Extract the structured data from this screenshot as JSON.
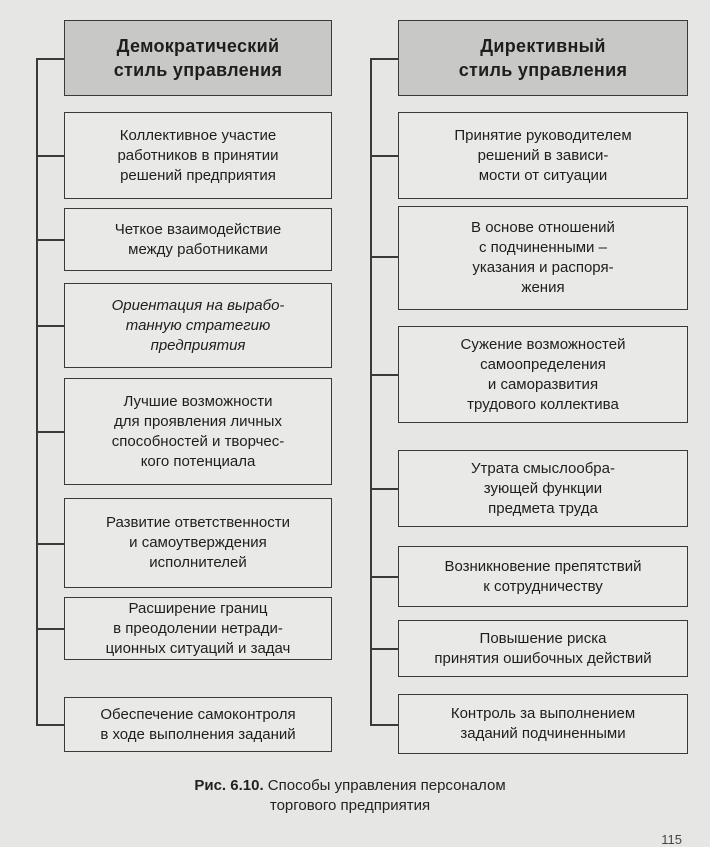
{
  "left_column": {
    "header": "Демократический\nстиль управления",
    "items": [
      "Коллективное участие\nработников в принятии\nрешений предприятия",
      "Четкое взаимодействие\nмежду работниками",
      "Ориентация на вырабо-\nтанную стратегию\nпредприятия",
      "Лучшие возможности\nдля проявления личных\nспособностей и творчес-\nкого потенциала",
      "Развитие ответственности\nи самоутверждения\nисполнителей",
      "Расширение границ\nв преодолении нетради-\nционных ситуаций и задач",
      "Обеспечение самоконтроля\nв ходе выполнения заданий"
    ]
  },
  "right_column": {
    "header": "Директивный\nстиль управления",
    "items": [
      "Принятие руководителем\nрешений в зависи-\nмости от ситуации",
      "В основе отношений\nс подчиненными –\nуказания и распоря-\nжения",
      "Сужение возможностей\nсамоопределения\nи саморазвития\nтрудового коллектива",
      "Утрата смыслообра-\nзующей функции\nпредмета труда",
      "Возникновение препятствий\nк сотрудничеству",
      "Повышение риска\nпринятия ошибочных действий",
      "Контроль за выполнением\nзаданий подчиненными"
    ]
  },
  "caption": {
    "figure_label": "Рис. 6.10.",
    "line1": "Способы управления персоналом",
    "line2": "торгового предприятия"
  },
  "page_number": "115"
}
